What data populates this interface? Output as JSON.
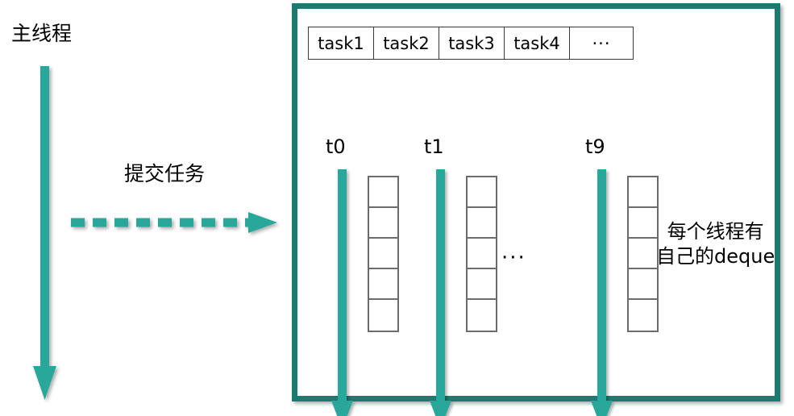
{
  "diagram": {
    "title_text": "主线程",
    "submit_label": "提交任务",
    "deque_note": "每个线程有\n自己的deque",
    "threads_ellipsis": "···",
    "colors": {
      "box_border": "#1d7a6e",
      "arrow_teal": "#2aa79b",
      "cell_border": "#6b6b6b",
      "task_border": "#3a3a3a",
      "text": "#000000",
      "background": "#ffffff"
    }
  },
  "task_queue": {
    "cells": [
      {
        "label": "task1"
      },
      {
        "label": "task2"
      },
      {
        "label": "task3"
      },
      {
        "label": "task4"
      },
      {
        "label": "···"
      }
    ]
  },
  "threads": [
    {
      "label": "t0",
      "deque_slots": 5
    },
    {
      "label": "t1",
      "deque_slots": 5
    },
    {
      "label": "t9",
      "deque_slots": 5
    }
  ],
  "icons": {
    "main_thread_arrow": "down-arrow-icon",
    "submit_arrow": "dashed-right-arrow-icon",
    "thread_arrow": "down-arrow-icon"
  }
}
